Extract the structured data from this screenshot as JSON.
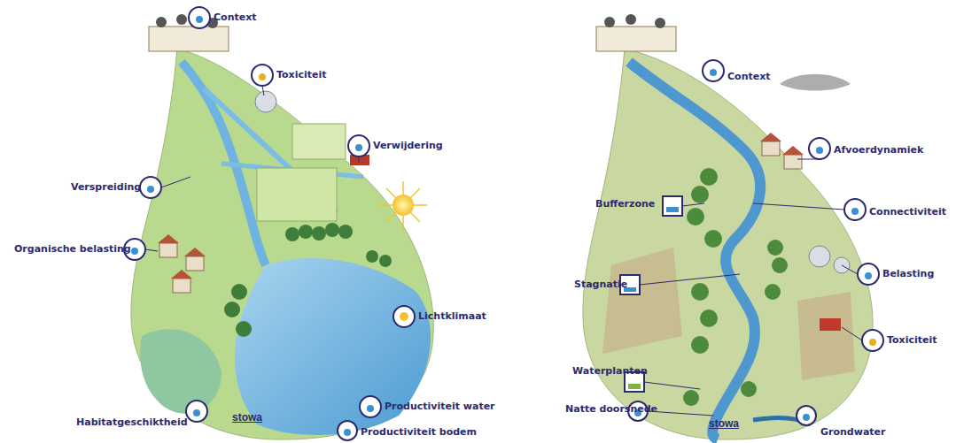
{
  "diagram": {
    "labels": [
      "Context",
      "Toxiciteit",
      "Verwijdering",
      "Verspreiding",
      "Organische belasting",
      "Lichtklimaat",
      "Habitatgeschiktheid",
      "stowa",
      "Productiviteit water",
      "Productiviteit bodem",
      "Context",
      "Afvoerdynamiek",
      "Bufferzone",
      "Connectiviteit",
      "Stagnatie",
      "Belasting",
      "Toxiciteit",
      "Waterplanten",
      "Natte doorsnede",
      "Grondwater",
      "stowa"
    ]
  }
}
